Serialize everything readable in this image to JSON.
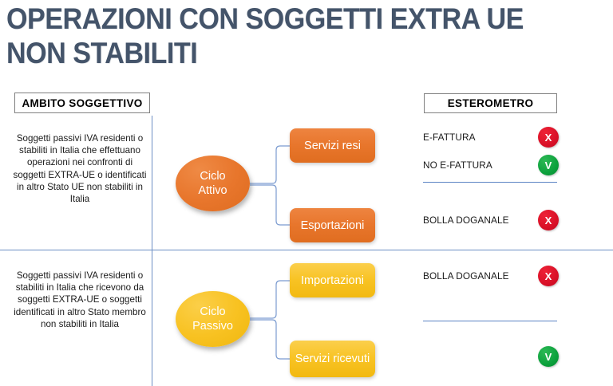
{
  "slide": {
    "title": "OPERAZIONI CON SOGGETTI EXTRA UE NON STABILITI",
    "colors": {
      "title": "#44546A",
      "orange": "#E8762C",
      "yellow": "#F8C224",
      "rule_blue": "#6C8EC4",
      "badge_red": "#D81027",
      "badge_green": "#0CA03C"
    }
  },
  "headers": {
    "ambito": "AMBITO SOGGETTIVO",
    "esterometro": "ESTEROMETRO"
  },
  "descriptions": {
    "attivo": "Soggetti passivi IVA residenti o stabiliti in Italia che effettuano operazioni nei confronti di soggetti EXTRA-UE o identificati in altro Stato UE non stabiliti in Italia",
    "passivo": "Soggetti passivi IVA residenti o stabiliti in Italia che ricevono da soggetti EXTRA-UE o soggetti identificati in altro Stato membro non stabiliti in Italia"
  },
  "cycles": {
    "attivo": {
      "line1": "Ciclo",
      "line2": "Attivo"
    },
    "passivo": {
      "line1": "Ciclo",
      "line2": "Passivo"
    }
  },
  "boxes": {
    "servizi_resi": "Servizi resi",
    "esportazioni": "Esportazioni",
    "importazioni": "Importazioni",
    "servizi_ricevuti": "Servizi ricevuti"
  },
  "esterometro_rows": {
    "efattura": {
      "label": "E-FATTURA",
      "mark": "X"
    },
    "no_efattura": {
      "label": "NO E-FATTURA",
      "mark": "V"
    },
    "bolla_doganale_attivo": {
      "label": "BOLLA DOGANALE",
      "mark": "X"
    },
    "bolla_doganale_passivo": {
      "label": "BOLLA DOGANALE",
      "mark": "X"
    },
    "servizi_ricevuti_mark": {
      "label": "",
      "mark": "V"
    }
  }
}
